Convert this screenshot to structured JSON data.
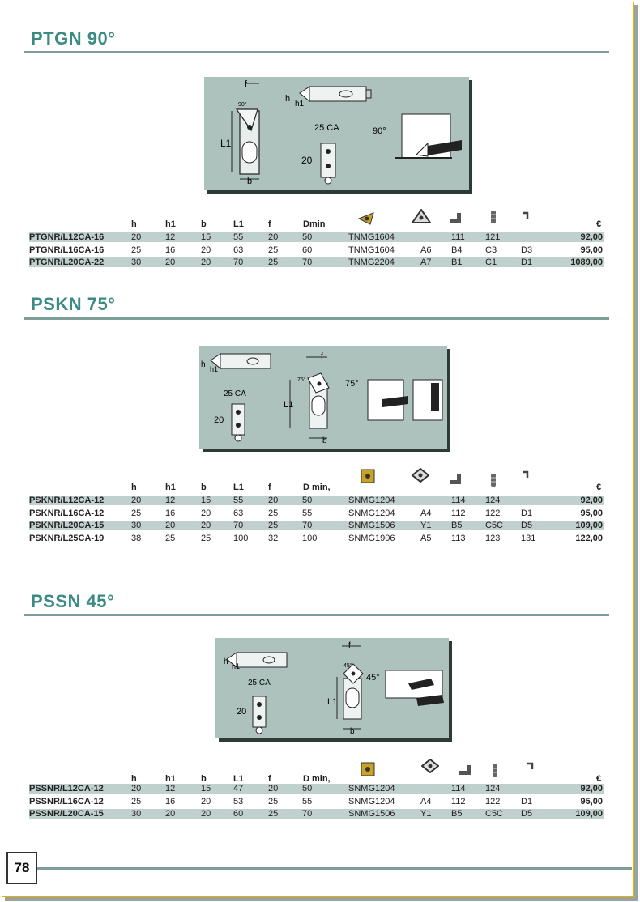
{
  "page_number": "78",
  "sections": [
    {
      "title": "PTGN 90°",
      "diagram": {
        "ann_f": "f",
        "ann_h": "h",
        "ann_h1": "h1",
        "ann_L1": "L1",
        "ann_b": "b",
        "ann_20": "20",
        "ann_angle": "90°",
        "ann_model": "25 CA",
        "ann_big_angle": "90°"
      },
      "headers": {
        "h": "h",
        "h1": "h1",
        "b": "b",
        "L1": "L1",
        "f": "f",
        "dmin": "Dmin",
        "price": "€"
      },
      "rows": [
        {
          "code": "PTGNR/L12CA-16",
          "h": "20",
          "h1": "12",
          "b": "15",
          "L1": "55",
          "f": "20",
          "dmin": "50",
          "insert": "TNMG1604",
          "c1": "",
          "c2": "111",
          "c3": "121",
          "c4": "",
          "price": "92,00"
        },
        {
          "code": "PTGNR/L16CA-16",
          "h": "25",
          "h1": "16",
          "b": "20",
          "L1": "63",
          "f": "25",
          "dmin": "60",
          "insert": "TNMG1604",
          "c1": "A6",
          "c2": "B4",
          "c3": "C3",
          "c4": "D3",
          "price": "95,00"
        },
        {
          "code": "PTGNR/L20CA-22",
          "h": "30",
          "h1": "20",
          "b": "20",
          "L1": "70",
          "f": "25",
          "dmin": "70",
          "insert": "TNMG2204",
          "c1": "A7",
          "c2": "B1",
          "c3": "C1",
          "c4": "D1",
          "price": "1089,00"
        }
      ]
    },
    {
      "title": "PSKN 75°",
      "diagram": {
        "ann_f": "f",
        "ann_h": "h",
        "ann_h1": "h1",
        "ann_L1": "L1",
        "ann_b": "b",
        "ann_20": "20",
        "ann_angle": "75°",
        "ann_model": "25 CA",
        "ann_big_angle": "75°"
      },
      "headers": {
        "h": "h",
        "h1": "h1",
        "b": "b",
        "L1": "L1",
        "f": "f",
        "dmin": "D min,",
        "price": "€"
      },
      "rows": [
        {
          "code": "PSKNR/L12CA-12",
          "h": "20",
          "h1": "12",
          "b": "15",
          "L1": "55",
          "f": "20",
          "dmin": "50",
          "insert": "SNMG1204",
          "c1": "",
          "c2": "114",
          "c3": "124",
          "c4": "",
          "price": "92,00"
        },
        {
          "code": "PSKNR/L16CA-12",
          "h": "25",
          "h1": "16",
          "b": "20",
          "L1": "63",
          "f": "25",
          "dmin": "55",
          "insert": "SNMG1204",
          "c1": "A4",
          "c2": "112",
          "c3": "122",
          "c4": "D1",
          "price": "95,00"
        },
        {
          "code": "PSKNR/L20CA-15",
          "h": "30",
          "h1": "20",
          "b": "20",
          "L1": "70",
          "f": "25",
          "dmin": "70",
          "insert": "SNMG1506",
          "c1": "Y1",
          "c2": "B5",
          "c3": "C5C",
          "c4": "D5",
          "price": "109,00"
        },
        {
          "code": "PSKNR/L25CA-19",
          "h": "38",
          "h1": "25",
          "b": "25",
          "L1": "100",
          "f": "32",
          "dmin": "100",
          "insert": "SNMG1906",
          "c1": "A5",
          "c2": "113",
          "c3": "123",
          "c4": "131",
          "price": "122,00"
        }
      ]
    },
    {
      "title": "PSSN 45°",
      "diagram": {
        "ann_f": "f",
        "ann_h": "h",
        "ann_h1": "h1",
        "ann_L1": "L1",
        "ann_b": "b",
        "ann_20": "20",
        "ann_angle": "45°",
        "ann_model": "25 CA",
        "ann_big_angle": "45°"
      },
      "headers": {
        "h": "h",
        "h1": "h1",
        "b": "b",
        "L1": "L1",
        "f": "f",
        "dmin": "D min,",
        "price": "€"
      },
      "rows": [
        {
          "code": "PSSNR/L12CA-12",
          "h": "20",
          "h1": "12",
          "b": "15",
          "L1": "47",
          "f": "20",
          "dmin": "50",
          "insert": "SNMG1204",
          "c1": "",
          "c2": "114",
          "c3": "124",
          "c4": "",
          "price": "92,00"
        },
        {
          "code": "PSSNR/L16CA-12",
          "h": "25",
          "h1": "16",
          "b": "20",
          "L1": "53",
          "f": "25",
          "dmin": "55",
          "insert": "SNMG1204",
          "c1": "A4",
          "c2": "112",
          "c3": "122",
          "c4": "D1",
          "price": "95,00"
        },
        {
          "code": "PSSNR/L20CA-15",
          "h": "30",
          "h1": "20",
          "b": "20",
          "L1": "60",
          "f": "25",
          "dmin": "70",
          "insert": "SNMG1506",
          "c1": "Y1",
          "c2": "B5",
          "c3": "C5C",
          "c4": "D5",
          "price": "109,00"
        }
      ]
    }
  ],
  "icons": [
    "insert-icon",
    "seat-icon",
    "clamp-icon",
    "screw-icon",
    "key-icon"
  ],
  "colors": {
    "accent": "#3b8a84",
    "rule": "#7d9d98",
    "diagram_bg": "#adc2bd",
    "row_shade": "#c0d0cc",
    "border": "#e2b400"
  }
}
